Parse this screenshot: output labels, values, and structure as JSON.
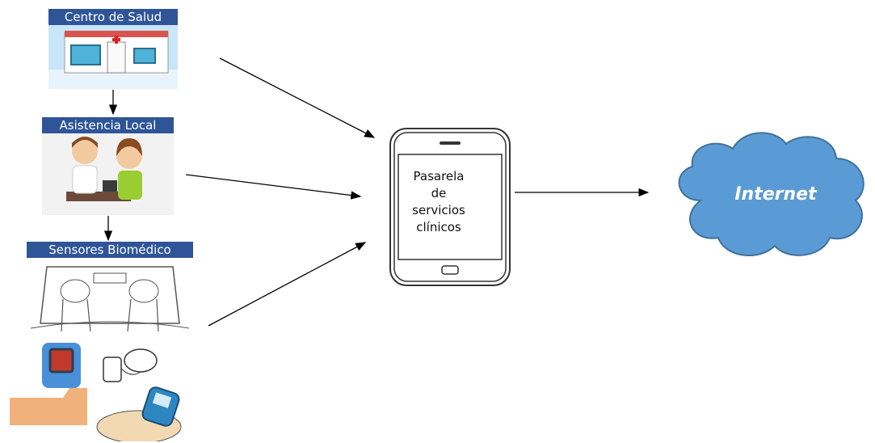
{
  "nodes": {
    "health_center": {
      "label": "Centro de Salud"
    },
    "local_assistance": {
      "label": "Asistencia Local"
    },
    "biomedical_sensors": {
      "label": "Sensores Biomédico"
    },
    "gateway": {
      "lines": [
        "Pasarela",
        "de",
        "servicios",
        "clínicos"
      ]
    },
    "internet": {
      "label": "Internet"
    }
  },
  "icons": [
    "hospital-icon",
    "nurse-patient-icon",
    "bathroom-scale-icon",
    "pulse-oximeter-icon",
    "blood-pressure-monitor-icon",
    "glucometer-icon",
    "smartphone-icon",
    "cloud-icon"
  ],
  "colors": {
    "label_bg": "#2f5597",
    "cloud_fill": "#5b9bd5",
    "cloud_stroke": "#41719c",
    "hospital_bg": "#c8e6f7"
  }
}
